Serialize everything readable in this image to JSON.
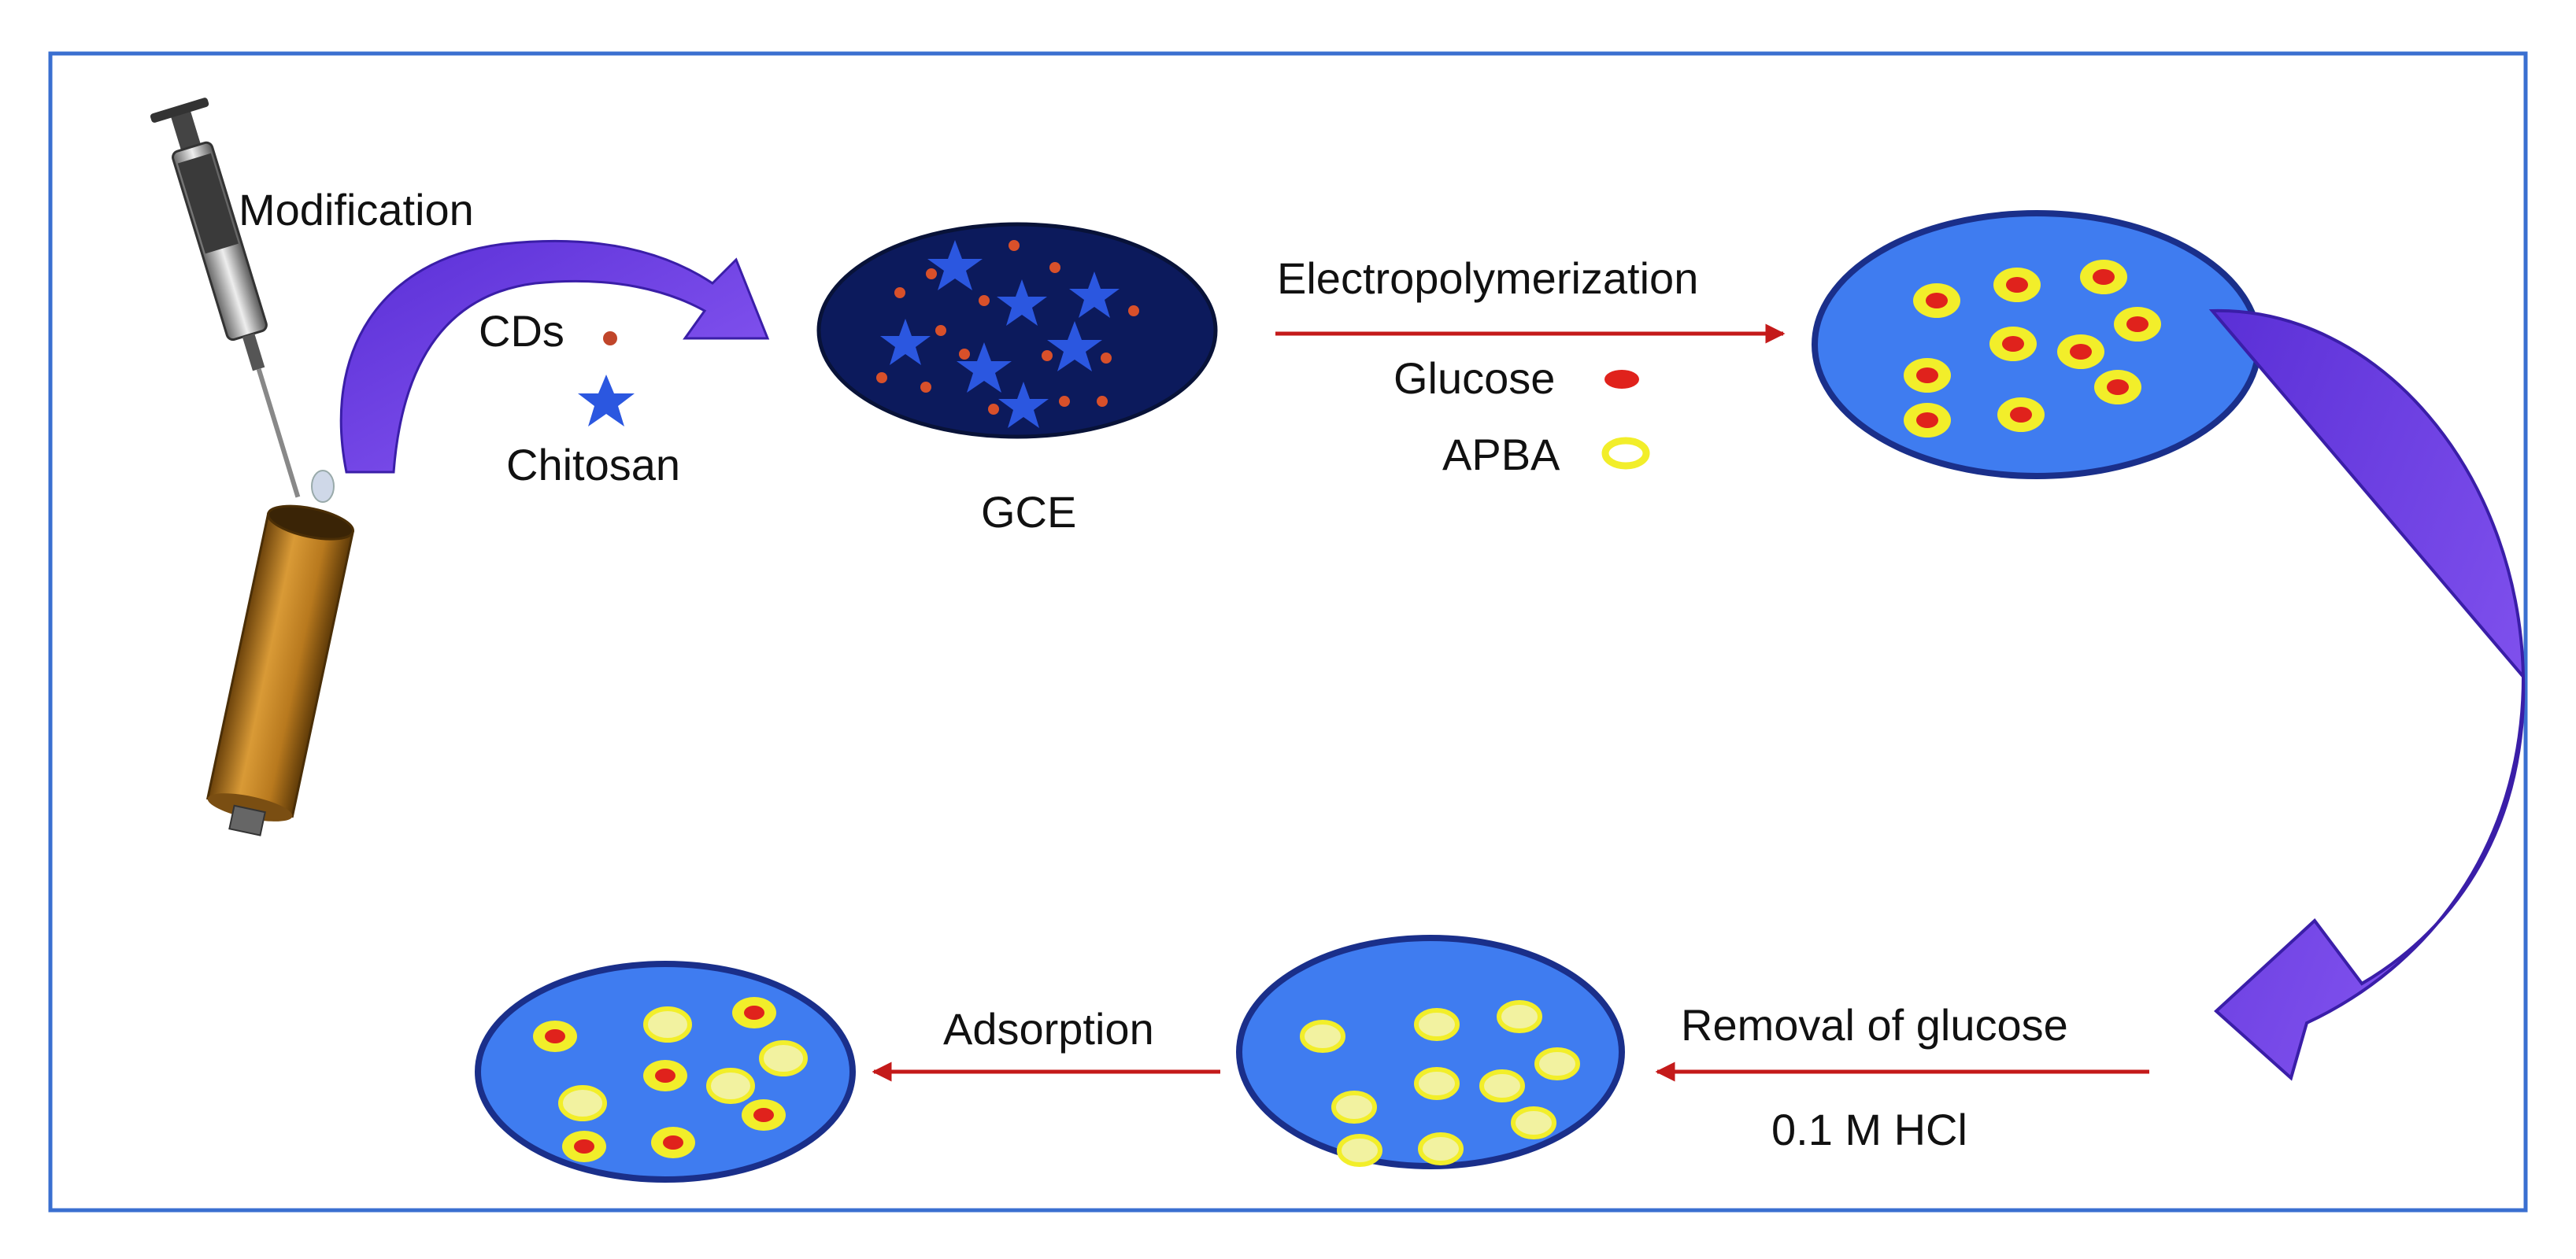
{
  "labels": {
    "modification": "Modification",
    "cds": "CDs",
    "chitosan": "Chitosan",
    "gce": "GCE",
    "electropolymerization": "Electropolymerization",
    "glucose": "Glucose",
    "apba": "APBA",
    "removal": "Removal of glucose",
    "hcl": "0.1 M HCl",
    "adsorption": "Adsorption"
  },
  "colors": {
    "frame": "#3a6fd0",
    "electrode_dark": "#0c1a5c",
    "electrode_blue": "#3f7cf0",
    "electrode_rim": "#1a2f8a",
    "star": "#2b57e0",
    "cd_dot": "#d8502a",
    "glucose_red": "#e0221c",
    "apba_yellow": "#f2ee2a",
    "arrow_red": "#c41a1a",
    "curved_arrow": "#7b4af0",
    "rod": "#b8791e"
  },
  "icons": [
    "syringe-icon",
    "electrode-rod-icon",
    "curved-arrow-icon",
    "star-icon",
    "dot-icon",
    "imprint-icon"
  ]
}
